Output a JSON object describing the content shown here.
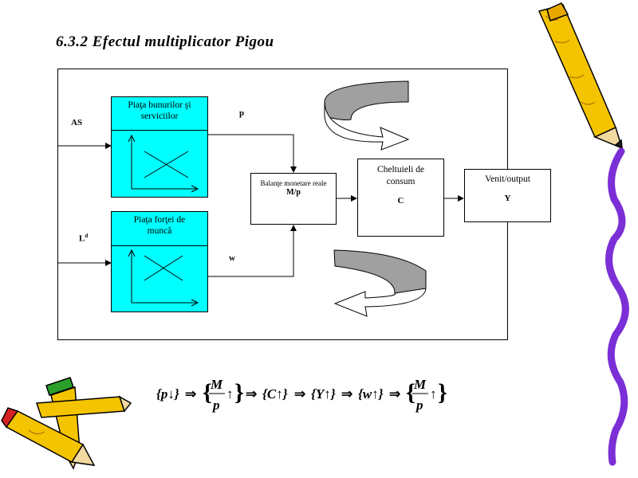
{
  "title": "6.3.2 Efectul multiplicator Pigou",
  "labels": {
    "as": "AS",
    "ld": "L",
    "ld_sup": "d",
    "p": "p",
    "w": "w"
  },
  "boxes": {
    "goods_market": "Piaţa bunurilor şi serviciilor",
    "labor_market": "Piaţa forţei de muncă",
    "balance_title": "Balanţe monetare reale",
    "balance_symbol": "M/p",
    "consumption_title": "Cheltuieli de consum",
    "consumption_symbol": "C",
    "income_title": "Venit/output",
    "income_symbol": "Y"
  },
  "formula": {
    "p": "p",
    "M": "M",
    "p_den": "p",
    "C": "C",
    "Y": "Y",
    "w": "w",
    "M2": "M",
    "p_den2": "p",
    "implies": "⇒",
    "down": "↓",
    "up": "↑"
  },
  "colors": {
    "cyan": "#00ffff",
    "arrow_gray": "#a0a0a0",
    "pencil_yellow": "#f5c400",
    "pencil_purple": "#7b2fd6",
    "pencil_red": "#d42020",
    "pencil_green": "#2aa02a"
  }
}
